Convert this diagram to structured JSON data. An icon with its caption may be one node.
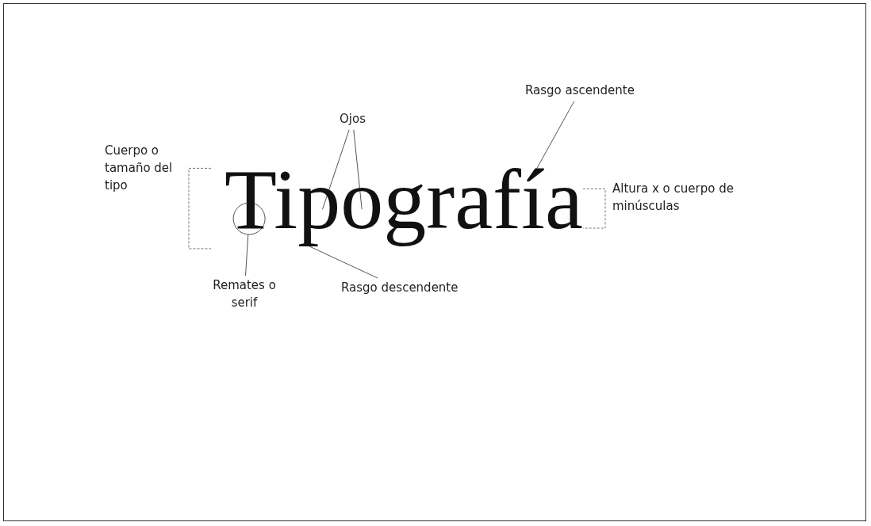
{
  "diagram": {
    "nodes": [
      {
        "text": [
          "Tipografía"
        ]
      },
      {
        "text": [
          "Ojos"
        ]
      },
      {
        "text": [
          "Rasgo ascendente"
        ]
      },
      {
        "text": [
          "Remates o serif"
        ]
      },
      {
        "text": [
          "Rasgo descendente"
        ]
      },
      {
        "text": [],
        "shape": "circle"
      }
    ],
    "edges": [
      {
        "from": 1,
        "to": 0,
        "arrow": "none"
      },
      {
        "from": 1,
        "to": 0,
        "arrow": "none"
      },
      {
        "from": 2,
        "to": 0,
        "arrow": "none"
      },
      {
        "from": 3,
        "to": 5,
        "arrow": "none"
      },
      {
        "from": 4,
        "to": 0,
        "arrow": "none"
      }
    ],
    "labels": [
      "Cuerpo o tamaño del tipo",
      "Altura x o cuerpo de minúsculas"
    ]
  }
}
